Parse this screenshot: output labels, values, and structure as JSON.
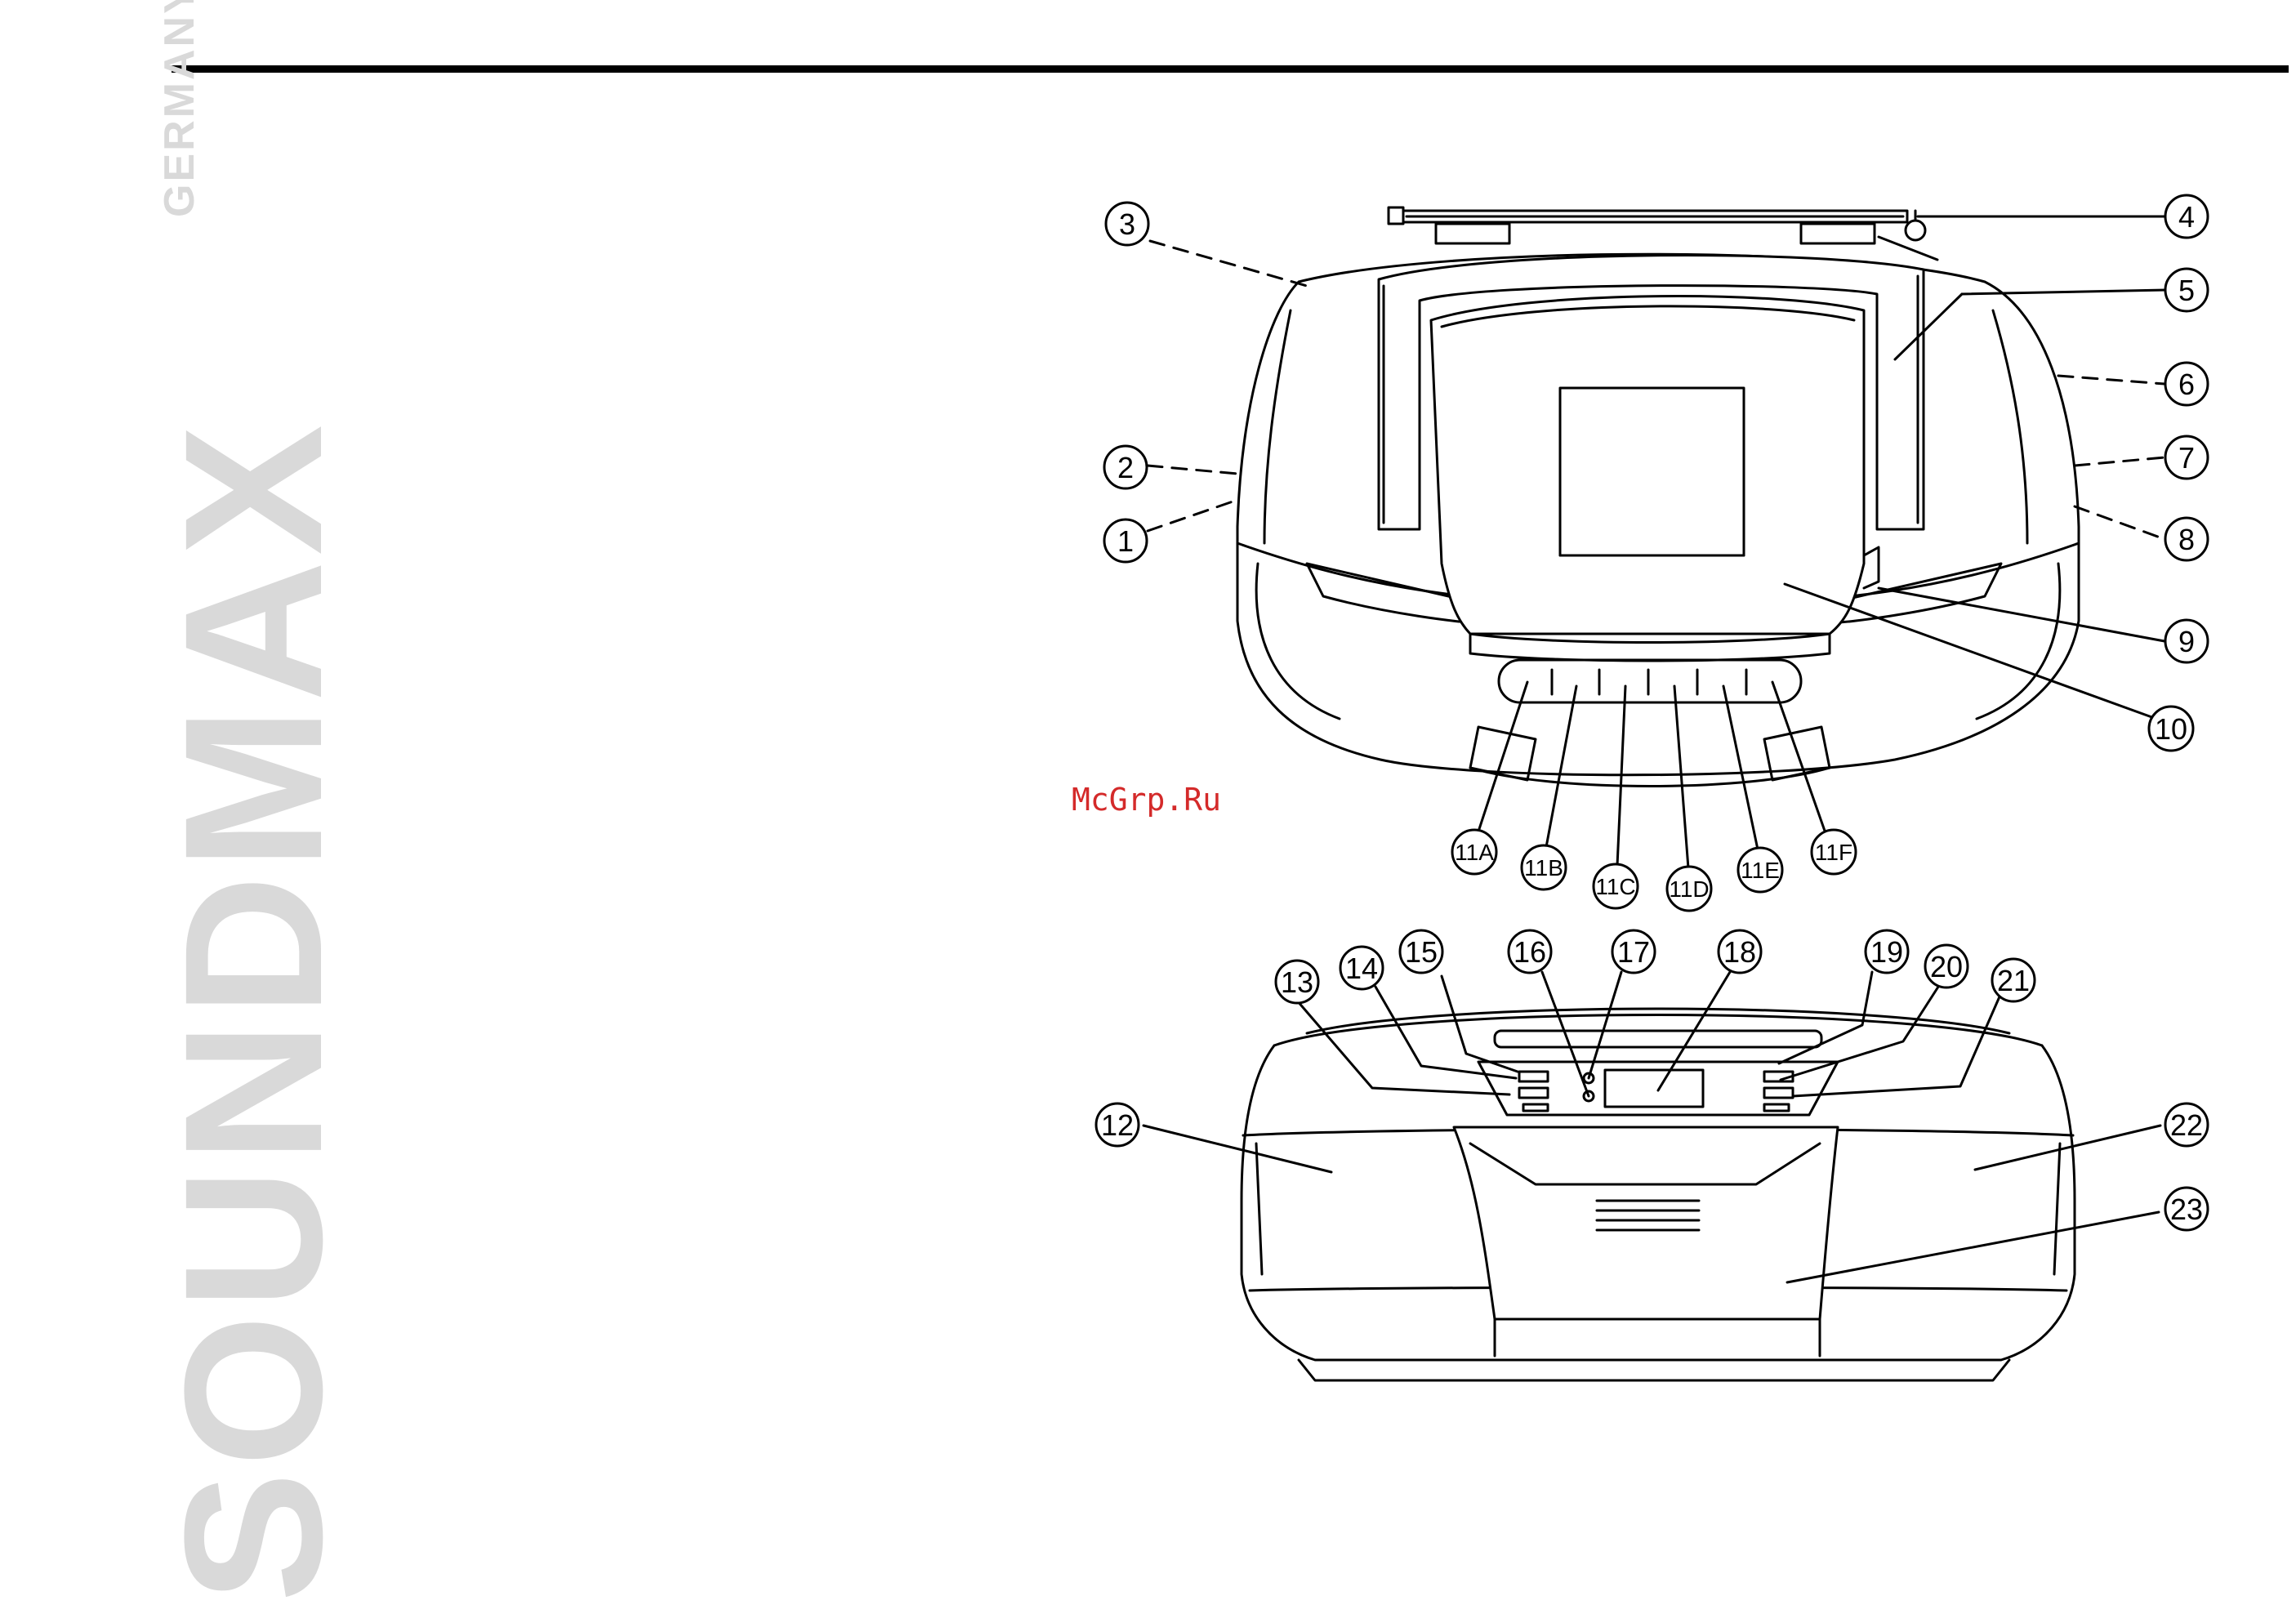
{
  "brand": {
    "name": "SOUNDMAX",
    "tagline": "GERMANY",
    "color": "#d9d9d9"
  },
  "watermark": {
    "text": "McGrp.Ru",
    "color": "#d42a2a"
  },
  "diagram": {
    "callouts": [
      {
        "id": "c3",
        "label": "3"
      },
      {
        "id": "c4",
        "label": "4"
      },
      {
        "id": "c5",
        "label": "5"
      },
      {
        "id": "c6",
        "label": "6"
      },
      {
        "id": "c2",
        "label": "2"
      },
      {
        "id": "c7",
        "label": "7"
      },
      {
        "id": "c1",
        "label": "1"
      },
      {
        "id": "c8",
        "label": "8"
      },
      {
        "id": "c9",
        "label": "9"
      },
      {
        "id": "c10",
        "label": "10"
      },
      {
        "id": "c11A",
        "label": "11A"
      },
      {
        "id": "c11B",
        "label": "11B"
      },
      {
        "id": "c11C",
        "label": "11C"
      },
      {
        "id": "c11D",
        "label": "11D"
      },
      {
        "id": "c11E",
        "label": "11E"
      },
      {
        "id": "c11F",
        "label": "11F"
      },
      {
        "id": "c13",
        "label": "13"
      },
      {
        "id": "c14",
        "label": "14"
      },
      {
        "id": "c15",
        "label": "15"
      },
      {
        "id": "c16",
        "label": "16"
      },
      {
        "id": "c17",
        "label": "17"
      },
      {
        "id": "c18",
        "label": "18"
      },
      {
        "id": "c19",
        "label": "19"
      },
      {
        "id": "c20",
        "label": "20"
      },
      {
        "id": "c21",
        "label": "21"
      },
      {
        "id": "c12",
        "label": "12"
      },
      {
        "id": "c22",
        "label": "22"
      },
      {
        "id": "c23",
        "label": "23"
      }
    ]
  }
}
